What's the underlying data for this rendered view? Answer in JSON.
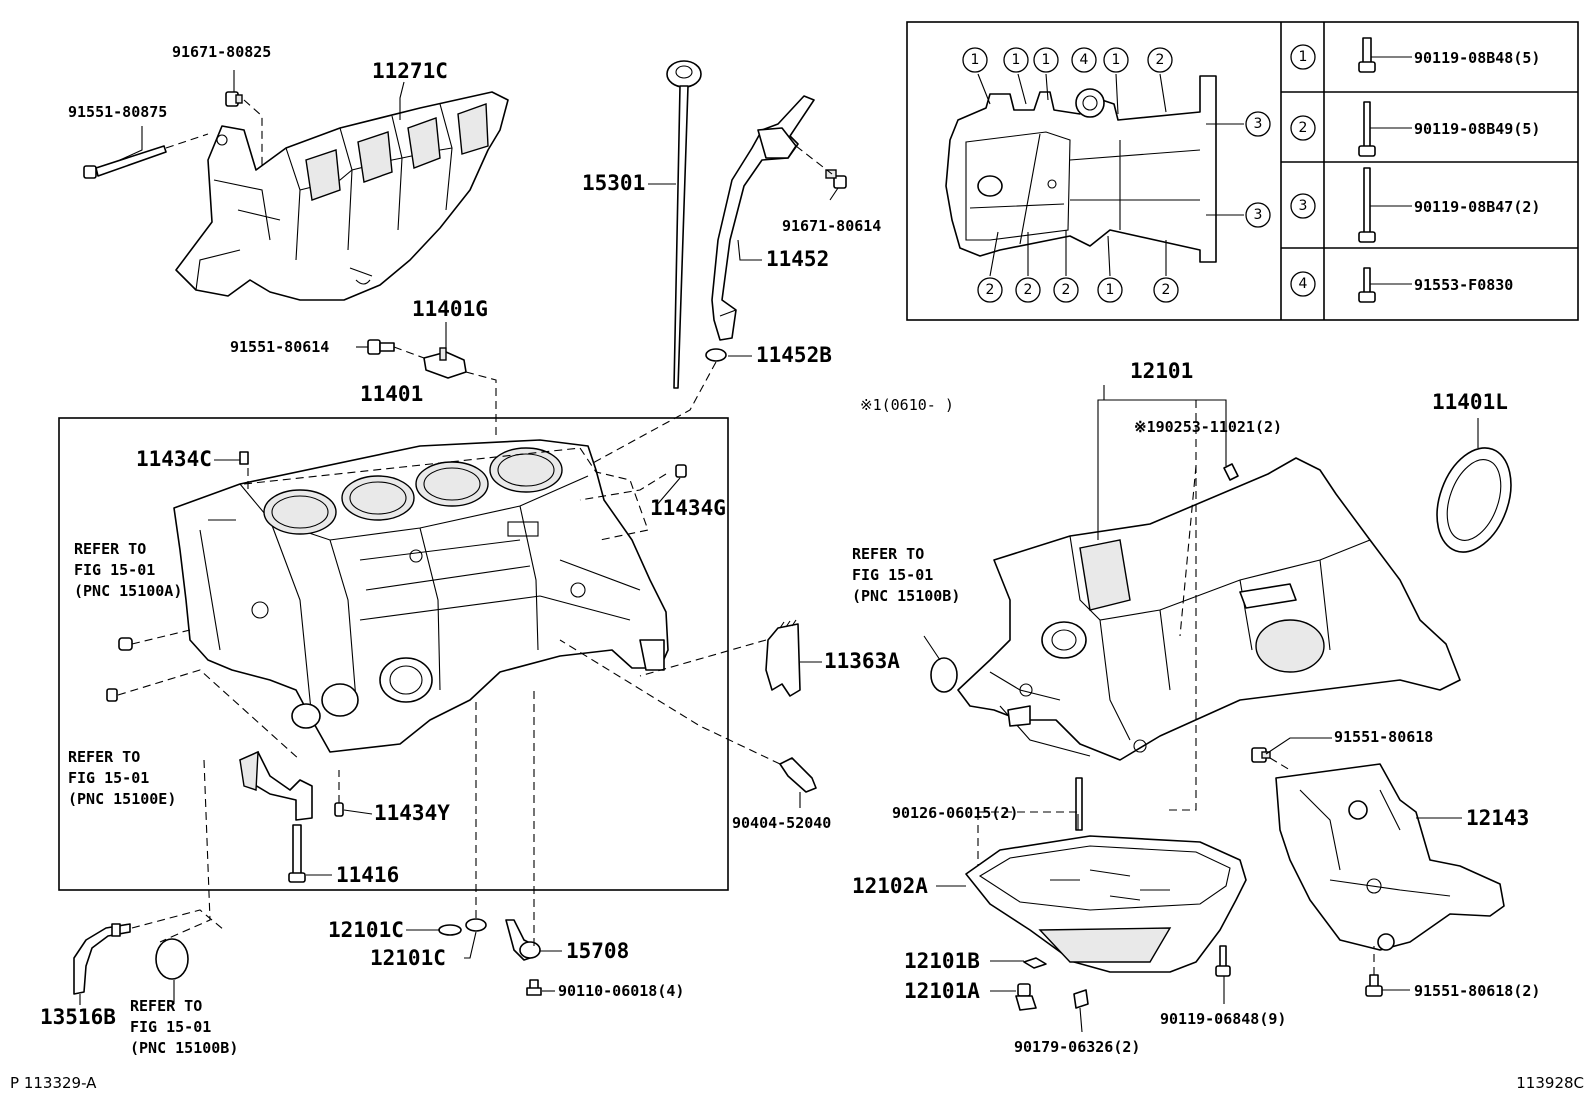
{
  "labels": {
    "p91671_80825": "91671-80825",
    "p11271C": "11271C",
    "p91551_80875": "91551-80875",
    "p15301": "15301",
    "p91671_80614": "91671-80614",
    "p11452": "11452",
    "p11452B": "11452B",
    "p11401G": "11401G",
    "p91551_80614": "91551-80614",
    "p11401": "11401",
    "p11434C": "11434C",
    "p11434G": "11434G",
    "p11363A": "11363A",
    "p90404_52040": "90404-52040",
    "p11434Y": "11434Y",
    "p11416": "11416",
    "p12101C_a": "12101C",
    "p12101C_b": "12101C",
    "p15708": "15708",
    "p90110_06018": "90110-06018(4)",
    "p13516B": "13516B",
    "p12101": "12101",
    "p190253": "※190253-11021(2)",
    "p11401L": "11401L",
    "p91551_80618": "91551-80618",
    "p12143": "12143",
    "p90126_06015": "90126-06015(2)",
    "p12102A": "12102A",
    "p12101B": "12101B",
    "p12101A": "12101A",
    "p90119_06848": "90119-06848(9)",
    "p90179_06326": "90179-06326(2)",
    "p91551_80618_2": "91551-80618(2)"
  },
  "note_1": "※1(0610-      )",
  "refs": {
    "r1": [
      "REFER TO",
      "FIG 15-01",
      "(PNC 15100A)"
    ],
    "r2": [
      "REFER TO",
      "FIG 15-01",
      "(PNC 15100E)"
    ],
    "r3": [
      "REFER TO",
      "FIG 15-01",
      "(PNC 15100B)"
    ],
    "r4": [
      "REFER TO",
      "FIG 15-01",
      "(PNC 15100B)"
    ]
  },
  "bolt_table": {
    "rows": [
      {
        "num": "1",
        "part": "90119-08B48(5)"
      },
      {
        "num": "2",
        "part": "90119-08B49(5)"
      },
      {
        "num": "3",
        "part": "90119-08B47(2)"
      },
      {
        "num": "4",
        "part": "91553-F0830"
      }
    ]
  },
  "pan_bolt_callouts": {
    "top": [
      "1",
      "1",
      "1",
      "4",
      "1",
      "2"
    ],
    "bottom": [
      "2",
      "2",
      "2",
      "1",
      "2"
    ],
    "side": [
      "3",
      "3"
    ]
  },
  "footer": {
    "left": "P 113329-A",
    "right": "113928C"
  }
}
